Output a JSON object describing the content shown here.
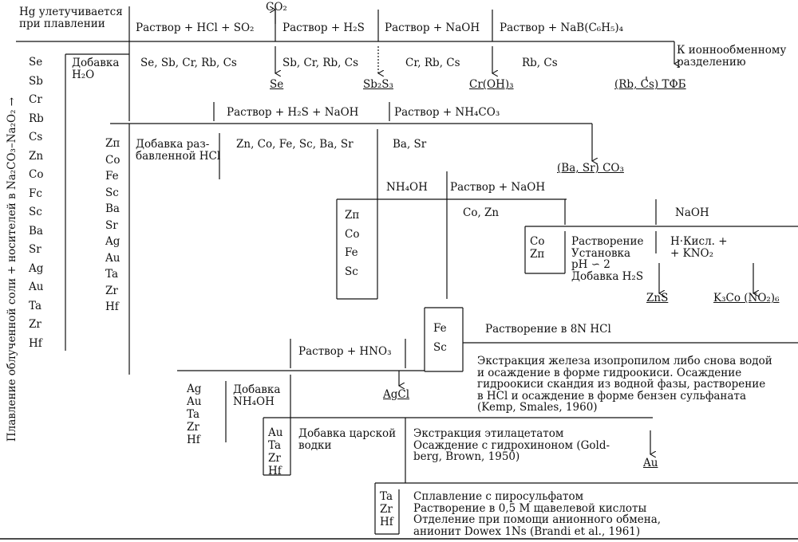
{
  "side_label": "Плавление облученной соли + носителей в Na₂CO₃–Na₂O₂ →",
  "top": {
    "hg": "Hg улетучивается\nпри плавлении",
    "step1": "Раствор + HCl + SO₂",
    "co2": "CO₂",
    "step2": "Раствор + H₂S",
    "step3": "Раствор + NaOH",
    "step4": "Раствор + NaB(C₆H₅)₄",
    "ion": "К ионнообменному\nразделению"
  },
  "column1": [
    "Se",
    "Sb",
    "Cr",
    "Rb",
    "Cs",
    "Zn",
    "Co",
    "Fc",
    "Sc",
    "Ba",
    "Sr",
    "Ag",
    "Au",
    "Ta",
    "Zr",
    "Hf"
  ],
  "add_h2o": "Добавка\nH₂O",
  "row1": {
    "g1": "Se, Sb, Cr, Rb, Cs",
    "g2": "Sb, Cr, Rb, Cs",
    "g3": "Cr, Rb, Cs",
    "g4": "Rb, Cs",
    "p_se": "Se",
    "p_sb2s3": "Sb₂S₃",
    "p_croh3": "Cr(OH)₃",
    "p_tfb": "(Rb, Cs) ТФБ"
  },
  "row2": {
    "step_a": "Раствор + H₂S + NaOH",
    "step_b": "Раствор + NH₄CO₃",
    "g1": "Zn, Co, Fe, Sc, Ba, Sr",
    "g2": "Ba, Sr",
    "p_ba_sr": "(Ba, Sr) CO₃"
  },
  "column2": [
    "Zп",
    "Co",
    "Fe",
    "Sc",
    "Ba",
    "Sr",
    "Ag",
    "Au",
    "Ta",
    "Zr",
    "Hf"
  ],
  "add_hcl": "Добавка раз-\nбавленной HCl",
  "row3": {
    "nh4oh": "NH₄OH",
    "step_naoh": "Раствор + NaOH",
    "col": [
      "Zп",
      "Co",
      "Fe",
      "Sc"
    ],
    "co_zn": "Co, Zn",
    "naoh": "NaOH",
    "co_zn_col": [
      "Co",
      "Zп"
    ],
    "dissolve": "Растворение\nУстановка\npH ∽ 2\nДобавка H₂S",
    "h_acid": "H·Кисл. +\n+ KNO₂",
    "p_zns": "ZnS",
    "p_k3co": "K₃Co (NO₂)₆"
  },
  "fe_sc": {
    "col": [
      "Fe",
      "Sc"
    ],
    "dissolve": "Растворение в 8N HCl",
    "text": "Экстракция железа изопропилом либо снова водой\nи осаждение в форме гидроокиси. Осаждение\nгидроокиси скандия из водной фазы, растворение\nв HCl и осаждение в форме бензен сульфаната\n(Kemp, Smales, 1960)"
  },
  "ag": {
    "step": "Раствор + HNO₃",
    "col": [
      "Ag",
      "Au",
      "Ta",
      "Zr",
      "Hf"
    ],
    "add": "Добавка\nNH₄OH",
    "p_agcl": "AgCl"
  },
  "au": {
    "col": [
      "Au",
      "Ta",
      "Zr",
      "Hf"
    ],
    "add": "Добавка царской\nводки",
    "text": "Экстракция этилацетатом\nОсаждение с гидрохиноном (Gold-\nberg, Brown, 1950)",
    "p_au": "Au"
  },
  "ta": {
    "col": [
      "Ta",
      "Zr",
      "Hf"
    ],
    "text": "Сплавление с пиросульфатом\nРастворение в 0,5 M щавелевой кислоты\nОтделение при помощи анионного обмена,\nанионит Dowex 1Ns (Brandi et al., 1961)"
  }
}
